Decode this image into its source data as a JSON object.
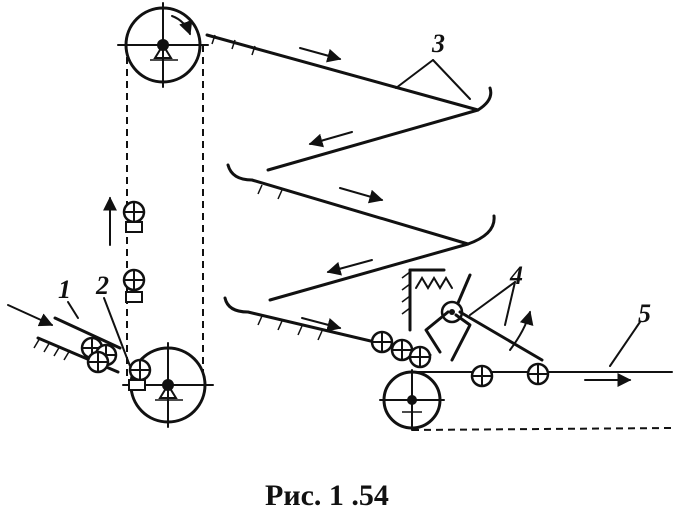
{
  "labels": {
    "l1": "1",
    "l2": "2",
    "l3": "3",
    "l4": "4",
    "l5": "5"
  },
  "caption": "Рис. 1 .54"
}
